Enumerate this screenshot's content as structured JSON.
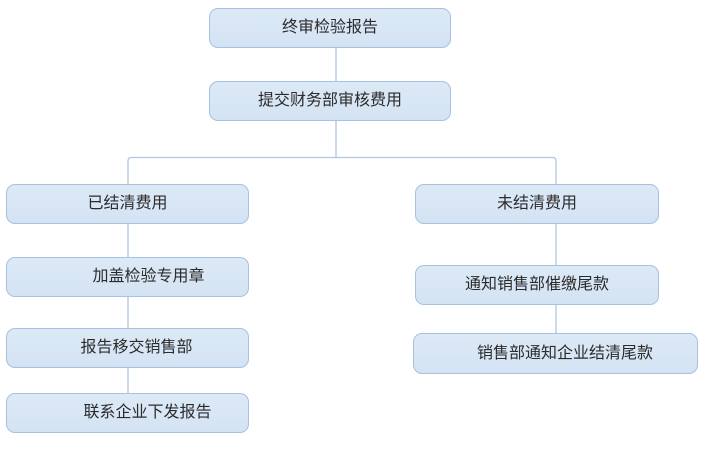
{
  "diagram": {
    "type": "flowchart",
    "colors": {
      "node_fill": "#dce9f7",
      "node_fill_bottom": "#d4e3f3",
      "node_border": "#a7c1de",
      "connector": "#aec6e2",
      "text": "#2b2b2b",
      "background": "#ffffff"
    },
    "nodes": [
      {
        "label": "终审检验报告"
      },
      {
        "label": "提交财务部审核费用"
      },
      {
        "label": "已结清费用"
      },
      {
        "label": "加盖检验专用章"
      },
      {
        "label": "报告移交销售部"
      },
      {
        "label": "联系企业下发报告"
      },
      {
        "label": "未结清费用"
      },
      {
        "label": "通知销售部催缴尾款"
      },
      {
        "label": "销售部通知企业结清尾款"
      }
    ],
    "edges": [
      {
        "from": "终审检验报告",
        "to": "提交财务部审核费用"
      },
      {
        "from": "提交财务部审核费用",
        "to": "已结清费用"
      },
      {
        "from": "提交财务部审核费用",
        "to": "未结清费用"
      },
      {
        "from": "已结清费用",
        "to": "加盖检验专用章"
      },
      {
        "from": "加盖检验专用章",
        "to": "报告移交销售部"
      },
      {
        "from": "报告移交销售部",
        "to": "联系企业下发报告"
      },
      {
        "from": "未结清费用",
        "to": "通知销售部催缴尾款"
      },
      {
        "from": "通知销售部催缴尾款",
        "to": "销售部通知企业结清尾款"
      }
    ]
  }
}
